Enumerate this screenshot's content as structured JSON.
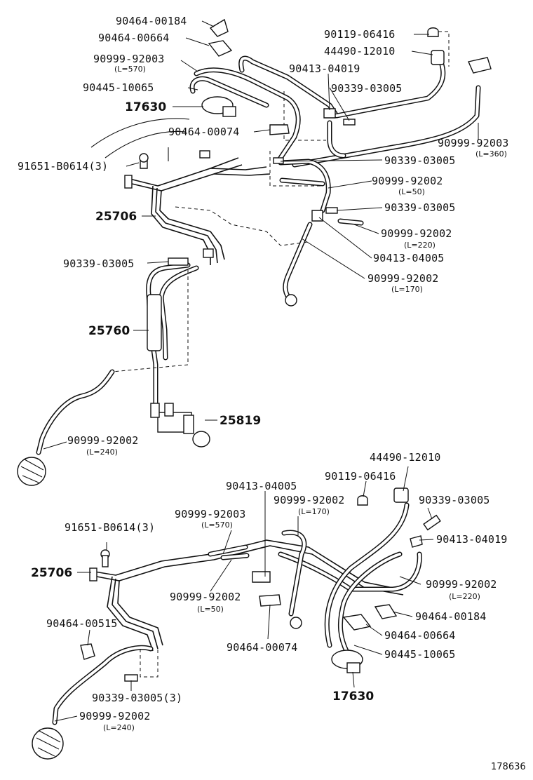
{
  "figure_number": "178636",
  "upper_labels": [
    {
      "part": "90464-00184"
    },
    {
      "part": "90464-00664"
    },
    {
      "part": "90999-92003",
      "length": "(L=570)"
    },
    {
      "part": "90445-10065"
    },
    {
      "part": "17630"
    },
    {
      "part": "90464-00074"
    },
    {
      "part": "91651-B0614(3)"
    },
    {
      "part": "25706"
    },
    {
      "part": "90339-03005"
    },
    {
      "part": "25760"
    },
    {
      "part": "25819"
    },
    {
      "part": "90999-92002",
      "length": "(L=240)"
    },
    {
      "part": "90119-06416"
    },
    {
      "part": "44490-12010"
    },
    {
      "part": "90413-04019"
    },
    {
      "part": "90339-03005"
    },
    {
      "part": "90999-92003",
      "length": "(L=360)"
    },
    {
      "part": "90339-03005"
    },
    {
      "part": "90999-92002",
      "length": "(L=50)"
    },
    {
      "part": "90339-03005"
    },
    {
      "part": "90999-92002",
      "length": "(L=220)"
    },
    {
      "part": "90413-04005"
    },
    {
      "part": "90999-92002",
      "length": "(L=170)"
    }
  ],
  "lower_labels": [
    {
      "part": "44490-12010"
    },
    {
      "part": "90119-06416"
    },
    {
      "part": "90413-04005"
    },
    {
      "part": "90999-92002",
      "length": "(L=170)"
    },
    {
      "part": "90339-03005"
    },
    {
      "part": "90999-92003",
      "length": "(L=570)"
    },
    {
      "part": "90413-04019"
    },
    {
      "part": "91651-B0614(3)"
    },
    {
      "part": "25706"
    },
    {
      "part": "90999-92002",
      "length": "(L=220)"
    },
    {
      "part": "90999-92002",
      "length": "(L=50)"
    },
    {
      "part": "90464-00184"
    },
    {
      "part": "90464-00515"
    },
    {
      "part": "90464-00664"
    },
    {
      "part": "90464-00074"
    },
    {
      "part": "90445-10065"
    },
    {
      "part": "90339-03005(3)"
    },
    {
      "part": "17630"
    },
    {
      "part": "90999-92002",
      "length": "(L=240)"
    }
  ]
}
